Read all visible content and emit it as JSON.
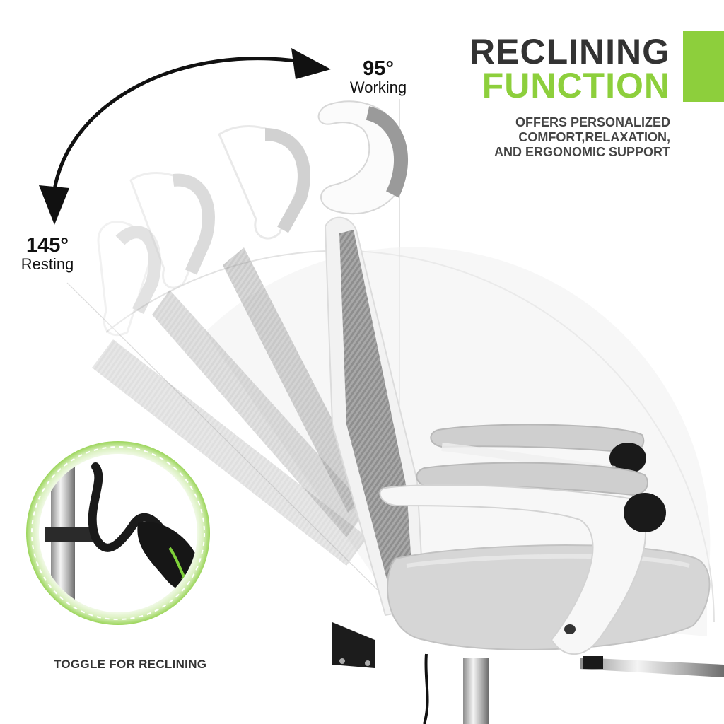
{
  "title": {
    "line1": "RECLINING",
    "line2": "FUNCTION",
    "subtitle_lines": [
      "OFFERS PERSONALIZED",
      "COMFORT,RELAXATION,",
      "AND ERGONOMIC SUPPORT"
    ]
  },
  "angles": {
    "working": {
      "degrees": "95°",
      "label": "Working"
    },
    "resting": {
      "degrees": "145°",
      "label": "Resting"
    }
  },
  "toggle_caption": "TOGGLE FOR RECLINING",
  "colors": {
    "accent_green": "#8dcf3c",
    "title_dark": "#333333",
    "mesh_gray": "#9a9a9a",
    "frame_white": "#f6f6f6",
    "lever_black": "#161616"
  }
}
